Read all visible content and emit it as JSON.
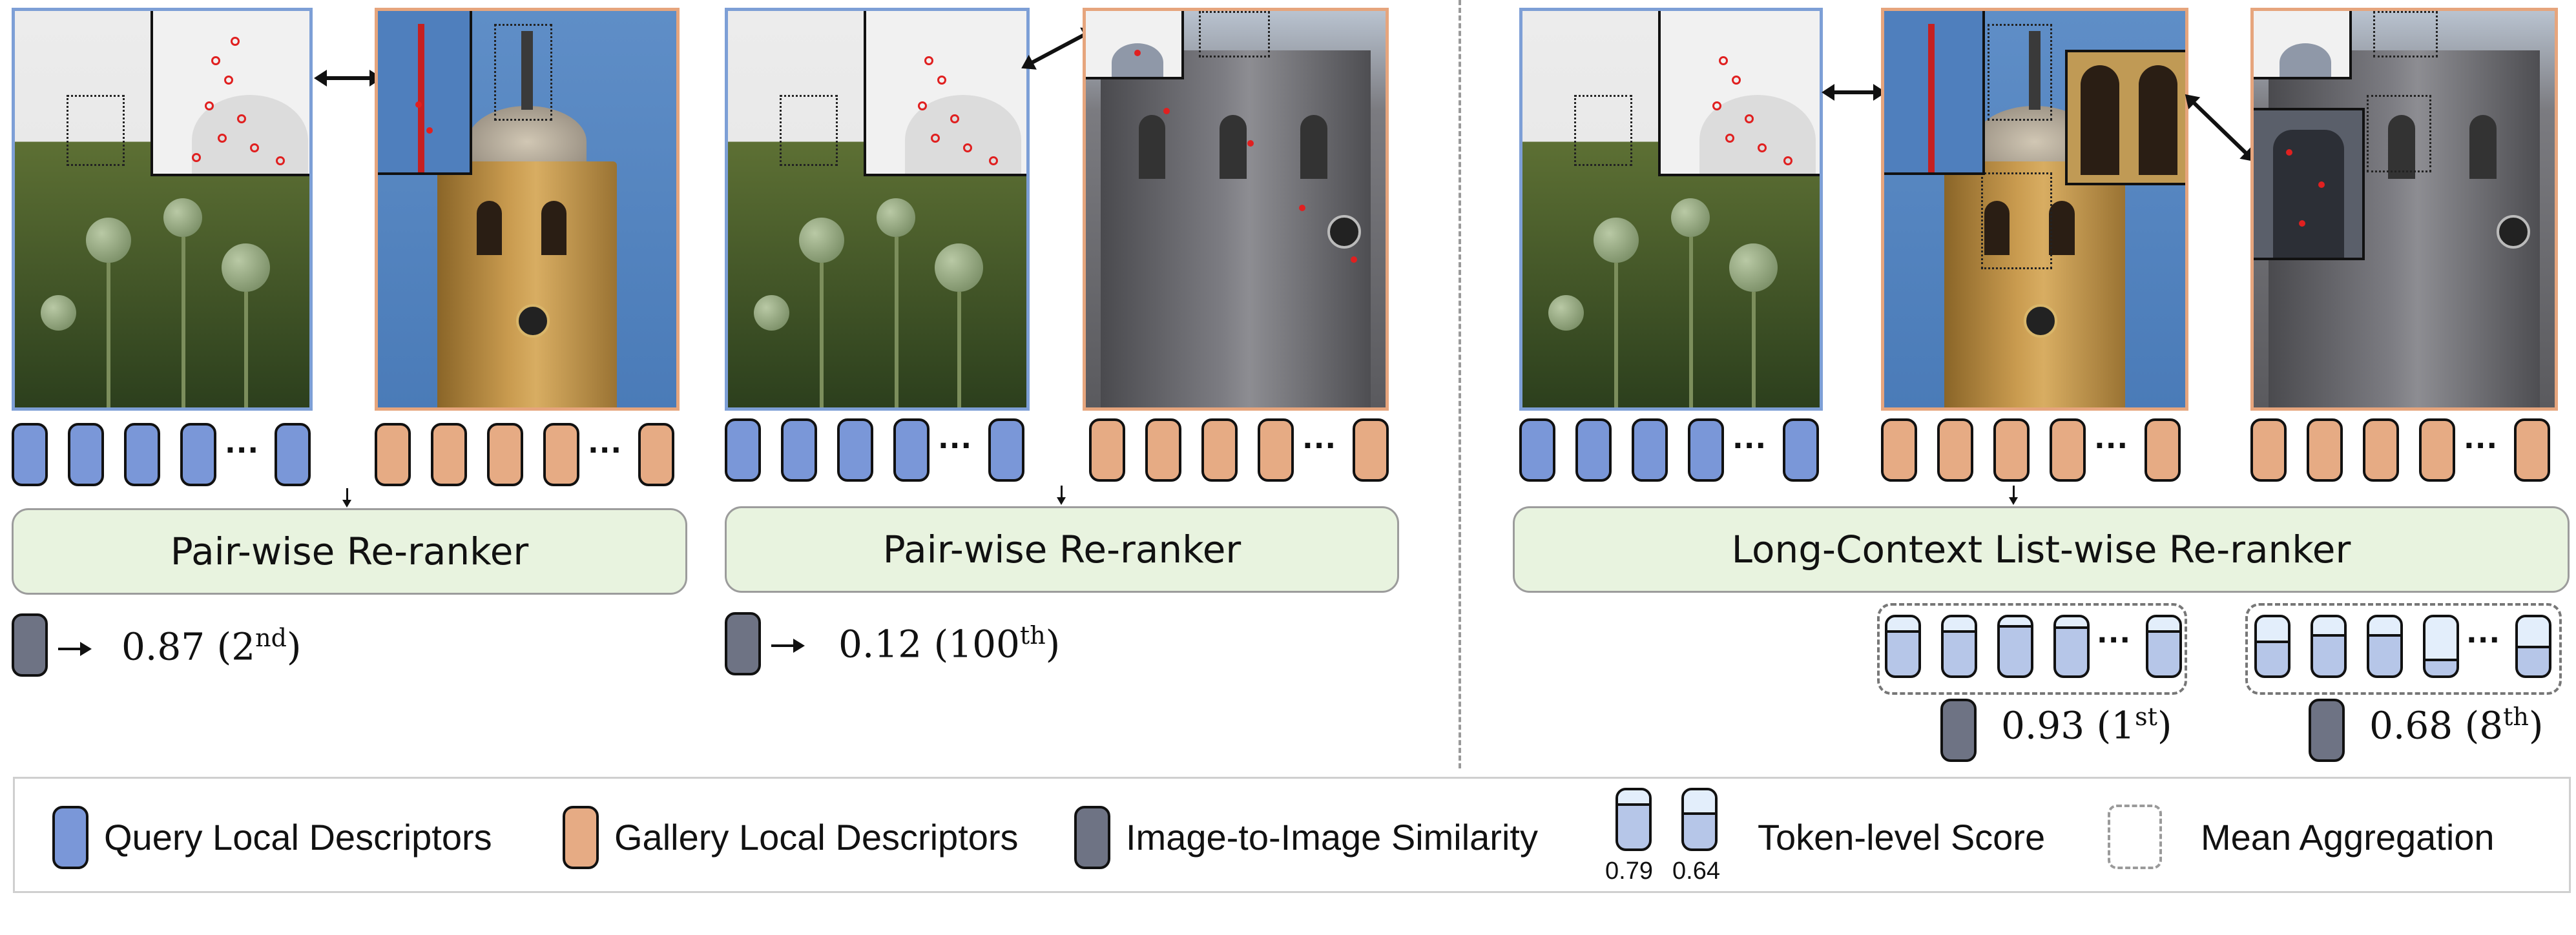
{
  "colors": {
    "query": "#7a97d8",
    "gallery": "#e6ab84",
    "similarity": "#6e7384",
    "reranker_bg": "#e8f3df",
    "keypoint": "#e02020"
  },
  "panels": {
    "left": {
      "reranker_label": "Pair-wise Re-ranker",
      "score_value": "0.87 (2",
      "score_sup": "nd",
      "score_close": ")"
    },
    "middle": {
      "reranker_label": "Pair-wise Re-ranker",
      "score_value": "0.12 (100",
      "score_sup": "th",
      "score_close": ")"
    },
    "right": {
      "reranker_label": "Long-Context List-wise Re-ranker",
      "score_a_value": "0.93 (1",
      "score_a_sup": "st",
      "score_a_close": ")",
      "score_b_value": "0.68 (8",
      "score_b_sup": "th",
      "score_b_close": ")"
    }
  },
  "ellipsis": "···",
  "legend": {
    "query": "Query Local Descriptors",
    "gallery": "Gallery Local Descriptors",
    "similarity": "Image-to-Image Similarity",
    "token_score": "Token-level Score",
    "token_score_a": "0.79",
    "token_score_b": "0.64",
    "mean_agg": "Mean Aggregation"
  }
}
